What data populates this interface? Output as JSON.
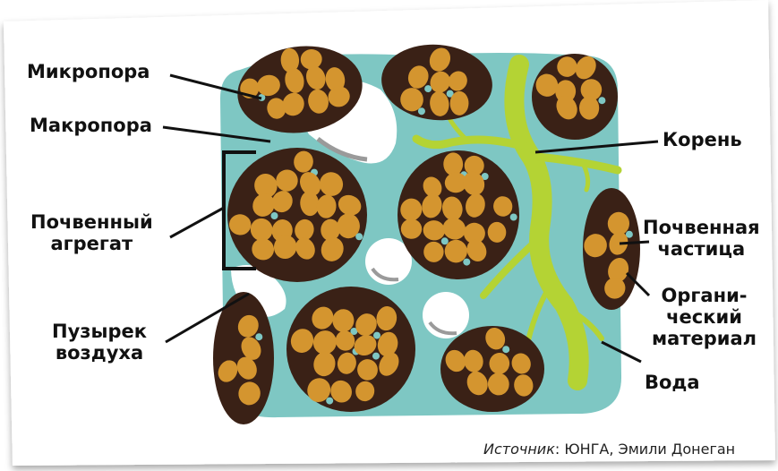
{
  "labels": {
    "micropore": "Микропора",
    "macropore": "Макропора",
    "aggregate": [
      "Почвенный",
      "агрегат"
    ],
    "bubble": [
      "Пузырек",
      "воздуха"
    ],
    "root": "Корень",
    "particle": [
      "Почвенная",
      "частица"
    ],
    "organic": [
      "Органи-",
      "ческий",
      "материал"
    ],
    "water": "Вода"
  },
  "source": {
    "prefix": "Источник",
    "text": ": ЮНГА, Эмили Донеган"
  },
  "colors": {
    "water": "#7ec7c3",
    "particle": "#d4952f",
    "organic": "#3a2116",
    "root": "#b4d334",
    "air": "#ffffff",
    "line": "#111111"
  }
}
